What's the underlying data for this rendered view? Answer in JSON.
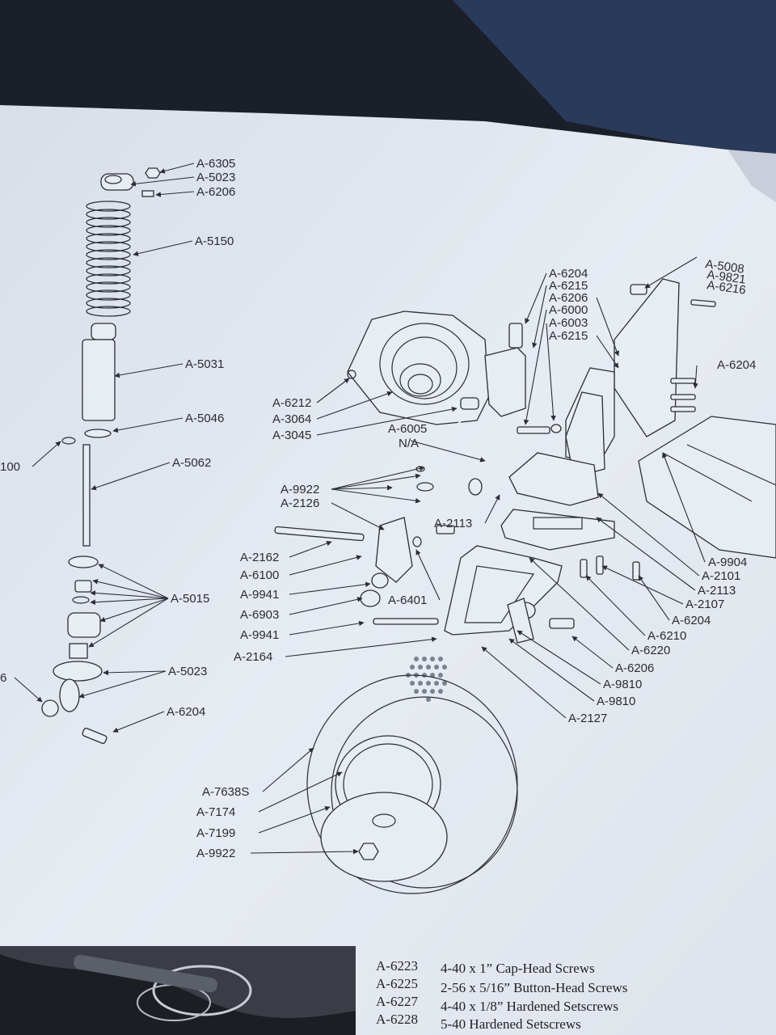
{
  "diagram": {
    "labels": [
      "A-6305",
      "A-5023",
      "A-6206",
      "A-5150",
      "A-5031",
      "A-5046",
      "A-5062",
      "100",
      "A-5015",
      "A-5023",
      "6",
      "A-6204",
      "A-6212",
      "A-3064",
      "A-3045",
      "A-6005",
      "N/A",
      "A-9922",
      "A-2126",
      "A-2162",
      "A-6100",
      "A-9941",
      "A-6903",
      "A-9941",
      "A-2164",
      "A-6401",
      "A-2113",
      "A-6204",
      "A-6215",
      "A-6206",
      "A-6000",
      "A-6003",
      "A-6215",
      "A-5008",
      "A-9821",
      "A-6216",
      "A-6204",
      "A-9904",
      "A-2101",
      "A-2113",
      "A-2107",
      "A-6204",
      "A-6210",
      "A-6220",
      "A-6206",
      "A-9810",
      "A-9810",
      "A-2127",
      "A-7638S",
      "A-7174",
      "A-7199",
      "A-9922"
    ]
  },
  "parts_table": {
    "rows": [
      {
        "code": "A-6223",
        "desc": "4-40 x 1” Cap-Head Screws"
      },
      {
        "code": "A-6225",
        "desc": "2-56 x 5/16” Button-Head Screws"
      },
      {
        "code": "A-6227",
        "desc": "4-40 x 1/8” Hardened Setscrews"
      },
      {
        "code": "A-6228",
        "desc": "5-40 Hardened Setscrews"
      }
    ]
  },
  "colors": {
    "paper": "#e6eaf1",
    "ink": "#2b2e36",
    "background": "#1b1f2a"
  }
}
